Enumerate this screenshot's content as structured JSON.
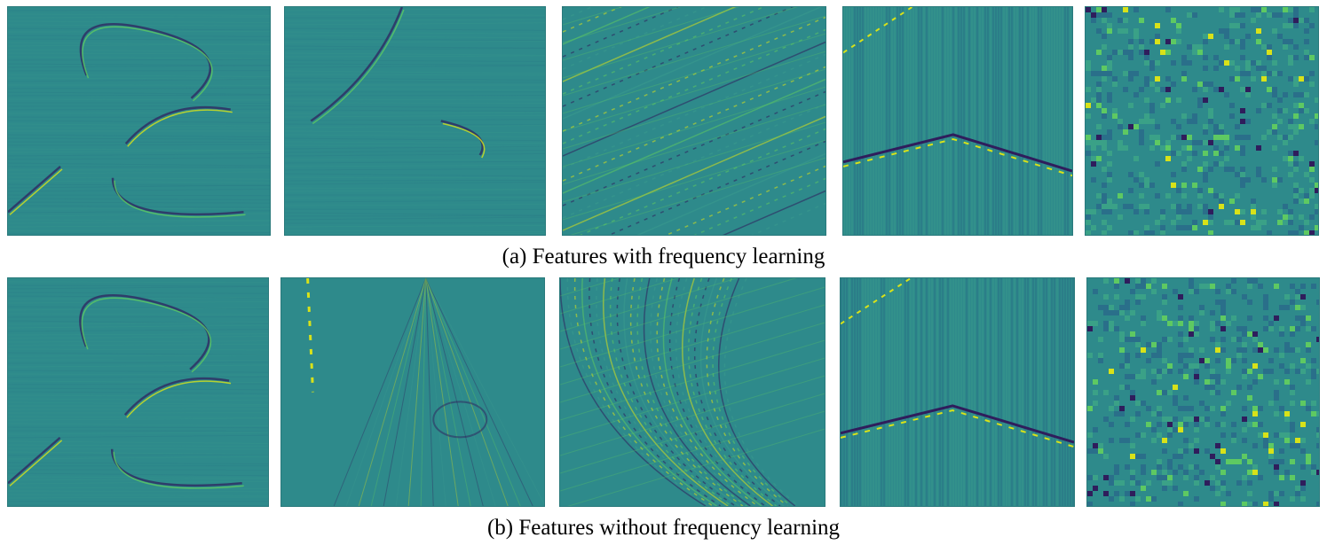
{
  "figure": {
    "rows": [
      {
        "caption": "(a) Features with frequency learning",
        "panels": [
          {
            "name": "feature-map-a1",
            "pattern": "smooth-edges"
          },
          {
            "name": "feature-map-a2",
            "pattern": "horizontal-texture"
          },
          {
            "name": "feature-map-a3",
            "pattern": "diagonal-grid"
          },
          {
            "name": "feature-map-a4",
            "pattern": "vertical-stripes-corner"
          },
          {
            "name": "feature-map-a5",
            "pattern": "pixelated"
          }
        ]
      },
      {
        "caption": "(b) Features without frequency learning",
        "panels": [
          {
            "name": "feature-map-b1",
            "pattern": "smooth-edges"
          },
          {
            "name": "feature-map-b2",
            "pattern": "fan-rays"
          },
          {
            "name": "feature-map-b3",
            "pattern": "curved-bands"
          },
          {
            "name": "feature-map-b4",
            "pattern": "vertical-stripes-corner"
          },
          {
            "name": "feature-map-b5",
            "pattern": "pixelated"
          }
        ]
      }
    ],
    "colormap": {
      "background": "#2e8a8b",
      "dark": "#2f1d5c",
      "mid": "#3b9a8e",
      "bright": "#d8e219",
      "light": "#5ec962"
    }
  }
}
